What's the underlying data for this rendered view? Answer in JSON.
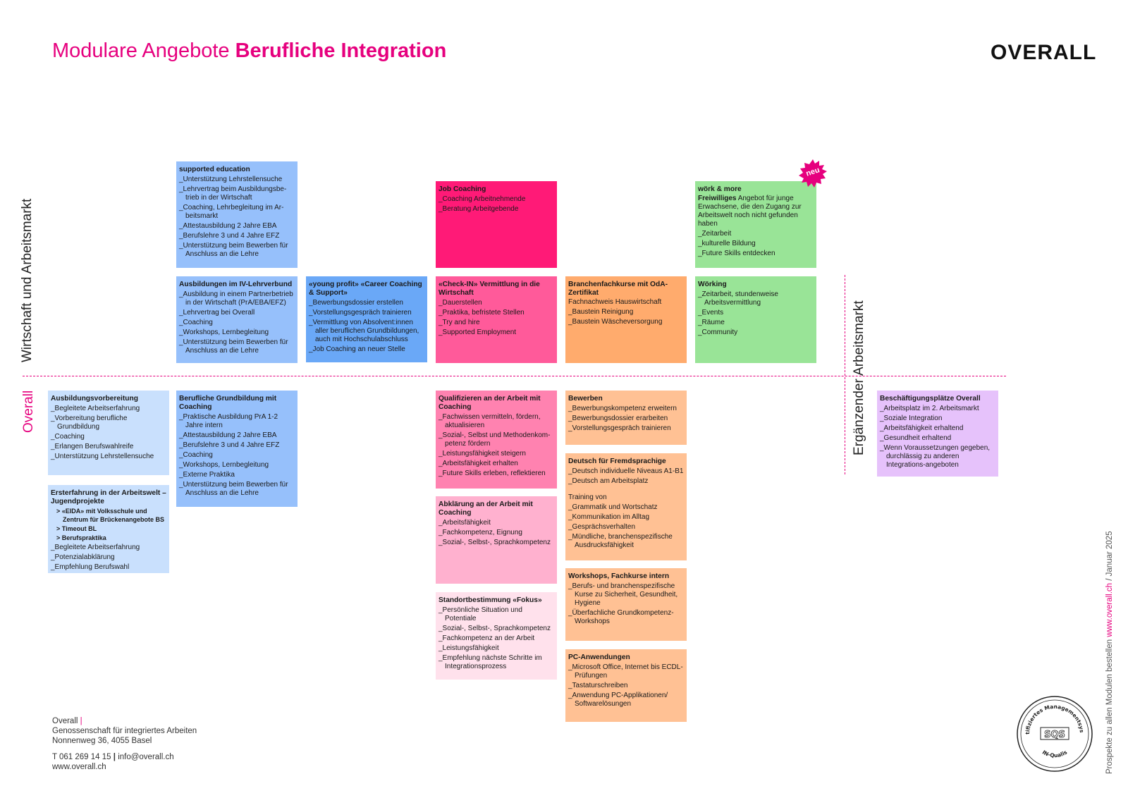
{
  "header": {
    "title_light": "Modulare Angebote",
    "title_bold": "Berufliche Integration",
    "logo": "OVERALL"
  },
  "axes": {
    "top_left": "Wirtschaft und Arbeitsmarkt",
    "bottom_left": "Overall",
    "right": "Ergänzender Arbeitsmarkt"
  },
  "side_note": {
    "prefix": "Prospekte zu allen Modulen bestellen",
    "link": "www.overall.ch",
    "suffix": "/  Januar 2025"
  },
  "badge": "neu",
  "boxes": {
    "supported_education": {
      "title": "supported education",
      "items": [
        "_Unterstützung Lehrstellensuche",
        "_Lehrvertrag beim Ausbildungsbe-trieb in der Wirtschaft",
        "_Coaching, Lehrbegleitung im Ar-beitsmarkt",
        "_Attestausbildung 2 Jahre EBA",
        "_Berufslehre 3 und 4 Jahre EFZ",
        "_Unterstützung beim Bewerben für Anschluss an die Lehre"
      ]
    },
    "iv_lehrverbund": {
      "title": "Ausbildungen im IV-Lehrverbund",
      "items": [
        "_Ausbildung in einem Partnerbetrieb in der Wirtschaft (PrA/EBA/EFZ)",
        "_Lehrvertrag bei Overall",
        "_Coaching",
        "_Workshops, Lernbegleitung",
        "_Unterstützung beim Bewerben für Anschluss an die Lehre"
      ]
    },
    "young_profit": {
      "title": "«young profit» «Career Coaching & Support»",
      "items": [
        "_Bewerbungsdossier erstellen",
        "_Vorstellungsgespräch trainieren",
        "_Vermittlung von Absolvent:innen aller beruflichen Grundbildungen, auch mit Hochschulabschluss",
        "_Job Coaching an neuer Stelle"
      ]
    },
    "job_coaching": {
      "title": "Job Coaching",
      "items": [
        "_Coaching Arbeitnehmende",
        "_Beratung Arbeitgebende"
      ]
    },
    "check_in": {
      "title": "«Check-IN» Vermittlung in die Wirtschaft",
      "items": [
        "_Dauerstellen",
        "_Praktika, befristete Stellen",
        "_Try and hire",
        "_Supported Employment"
      ]
    },
    "branchenfachkurse": {
      "title": "Branchenfachkurse mit OdA-Zertifikat",
      "intro": "Fachnachweis Hauswirtschaft",
      "items": [
        "_Baustein Reinigung",
        "_Baustein Wäscheversorgung"
      ]
    },
    "woerk_more": {
      "title": "wörk & more",
      "subtitle": "Freiwilliges",
      "description": "Angebot für junge Erwachsene, die den Zugang zur Arbeitswelt noch nicht gefunden haben",
      "items": [
        "_Zeitarbeit",
        "_kulturelle Bildung",
        "_Future Skills entdecken"
      ]
    },
    "woerking": {
      "title": "Wörking",
      "items": [
        "_Zeitarbeit, stundenweise Arbeitsvermittlung",
        "_Events",
        "_Räume",
        "_Community"
      ]
    },
    "ausbildungsvorbereitung": {
      "title": "Ausbildungsvorbereitung",
      "items": [
        "_Begleitete Arbeitserfahrung",
        "_Vorbereitung berufliche Grundbildung",
        "_Coaching",
        "_Erlangen Berufswahlreife",
        "_Unterstützung Lehrstellensuche"
      ]
    },
    "ersterfahrung": {
      "title": "Ersterfahrung in der Arbeitswelt – Jugendprojekte",
      "subitems": [
        "> «EIDA» mit Volksschule und Zentrum für Brückenangebote BS",
        "> Timeout BL",
        "> Berufspraktika"
      ],
      "items": [
        "_Begleitete Arbeitserfahrung",
        "_Potenzialabklärung",
        "_Empfehlung Berufswahl"
      ]
    },
    "grundbildung": {
      "title": "Berufliche Grundbildung mit Coaching",
      "items": [
        "_Praktische Ausbildung PrA 1-2 Jahre intern",
        "_Attestausbildung 2 Jahre EBA",
        "_Berufslehre 3 und 4 Jahre EFZ",
        "_Coaching",
        "_Workshops, Lernbegleitung",
        "_Externe Praktika",
        "_Unterstützung beim Bewerben für Anschluss an die Lehre"
      ]
    },
    "qualifizieren": {
      "title": "Qualifizieren an der Arbeit mit Coaching",
      "items": [
        "_Fachwissen vermitteln, fördern, aktualisieren",
        "_Sozial-, Selbst und Methodenkom-petenz fördern",
        "_Leistungsfähigkeit steigern",
        "_Arbeitsfähigkeit erhalten",
        "_Future Skills erleben, reflektieren"
      ]
    },
    "abklaerung": {
      "title": "Abklärung an der Arbeit mit Coaching",
      "items": [
        "_Arbeitsfähigkeit",
        "_Fachkompetenz, Eignung",
        "_Sozial-, Selbst-, Sprachkompetenz"
      ]
    },
    "standort": {
      "title": "Standortbestimmung «Fokus»",
      "items": [
        "_Persönliche Situation und Potentiale",
        "_Sozial-, Selbst-, Sprachkompetenz",
        "_Fachkompetenz an der Arbeit",
        "_Leistungsfähigkeit",
        "_Empfehlung nächste Schritte im Integrationsprozess"
      ]
    },
    "bewerben": {
      "title": "Bewerben",
      "items": [
        "_Bewerbungskompetenz erweitern",
        "_Bewerbungsdossier erarbeiten",
        "_Vorstellungsgespräch trainieren"
      ]
    },
    "deutsch": {
      "title": "Deutsch für Fremdsprachige",
      "items": [
        "_Deutsch individuelle Niveaus A1-B1",
        "_Deutsch am Arbeitsplatz"
      ],
      "training_label": "Training von",
      "training_items": [
        "_Grammatik und Wortschatz",
        "_Kommunikation im Alltag",
        "_Gesprächsverhalten",
        "_Mündliche, branchenspezifische Ausdrucksfähigkeit"
      ]
    },
    "workshops": {
      "title": "Workshops, Fachkurse intern",
      "items": [
        "_Berufs- und branchenspezifische Kurse zu Sicherheit, Gesundheit, Hygiene",
        "_Überfachliche  Grundkompetenz-Workshops"
      ]
    },
    "pc": {
      "title": "PC-Anwendungen",
      "items": [
        "_Microsoft Office, Internet bis ECDL-Prüfungen",
        "_Tastaturschreiben",
        "_Anwendung PC-Applikationen/ Softwarelösungen"
      ]
    },
    "beschaeftigung": {
      "title": "Beschäftigungsplätze Overall",
      "items": [
        "_Arbeitsplatz im 2. Arbeitsmarkt",
        "_Soziale Integration",
        "_Arbeitsfähigkeit erhaltend",
        "_Gesundheit erhaltend",
        "_Wenn Voraussetzungen gegeben, durchlässig zu anderen Integrations-angeboten"
      ]
    }
  },
  "footer": {
    "org": "Overall",
    "separator": "|",
    "line2": "Genossenschaft für integriertes Arbeiten",
    "line3": "Nonnenweg 36, 4055 Basel",
    "phone": "T 061 269 14 15",
    "sep2": "|",
    "email": "info@overall.ch",
    "web": "www.overall.ch"
  },
  "certificate": {
    "top_text": "Zertifiziertes Managementsystem",
    "logo": "SQS",
    "bottom_text": "IN-Qualis"
  },
  "colors": {
    "accent": "#e6007e",
    "blue": "#96c0fb",
    "magenta": "#ff1a77",
    "orange": "#ffab6d",
    "green": "#99e497",
    "lilac": "#e6c2fb"
  }
}
